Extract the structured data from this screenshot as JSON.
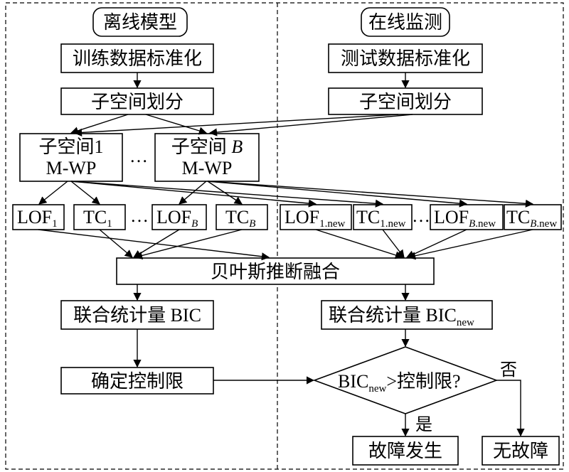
{
  "sections": {
    "offline": "离线模型",
    "online": "在线监测"
  },
  "nodes": {
    "train_norm": "训练数据标准化",
    "test_norm": "测试数据标准化",
    "subspace_div_left": "子空间划分",
    "subspace_div_right": "子空间划分",
    "subspace1_line1": "子空间1",
    "subspace1_line2": "M-WP",
    "subspaceB_line1": "子空间 ",
    "subspaceB_var": "B",
    "subspaceB_line2": "M-WP",
    "ellipsis": "…",
    "lof1": {
      "main": "LOF",
      "sub": "1"
    },
    "tc1": {
      "main": "TC",
      "sub": "1"
    },
    "lofB": {
      "main": "LOF",
      "sub": "B"
    },
    "tcB": {
      "main": "TC",
      "sub": "B"
    },
    "lof1new": {
      "main": "LOF",
      "sub": "1.new"
    },
    "tc1new": {
      "main": "TC",
      "sub": "1.new"
    },
    "lofBnew": {
      "main": "LOF",
      "sub_var": "B",
      "sub": ".new"
    },
    "tcBnew": {
      "main": "TC",
      "sub_var": "B",
      "sub": ".new"
    },
    "bayes_fusion": "贝叶斯推断融合",
    "bic": "联合统计量 BIC",
    "bicnew_main": "联合统计量 BIC",
    "bicnew_sub": "new",
    "control_limit": "确定控制限",
    "decision_main": "BIC",
    "decision_sub": "new",
    "decision_tail": ">控制限?",
    "fault": "故障发生",
    "no_fault": "无故障"
  },
  "edge_labels": {
    "yes": "是",
    "no": "否"
  }
}
